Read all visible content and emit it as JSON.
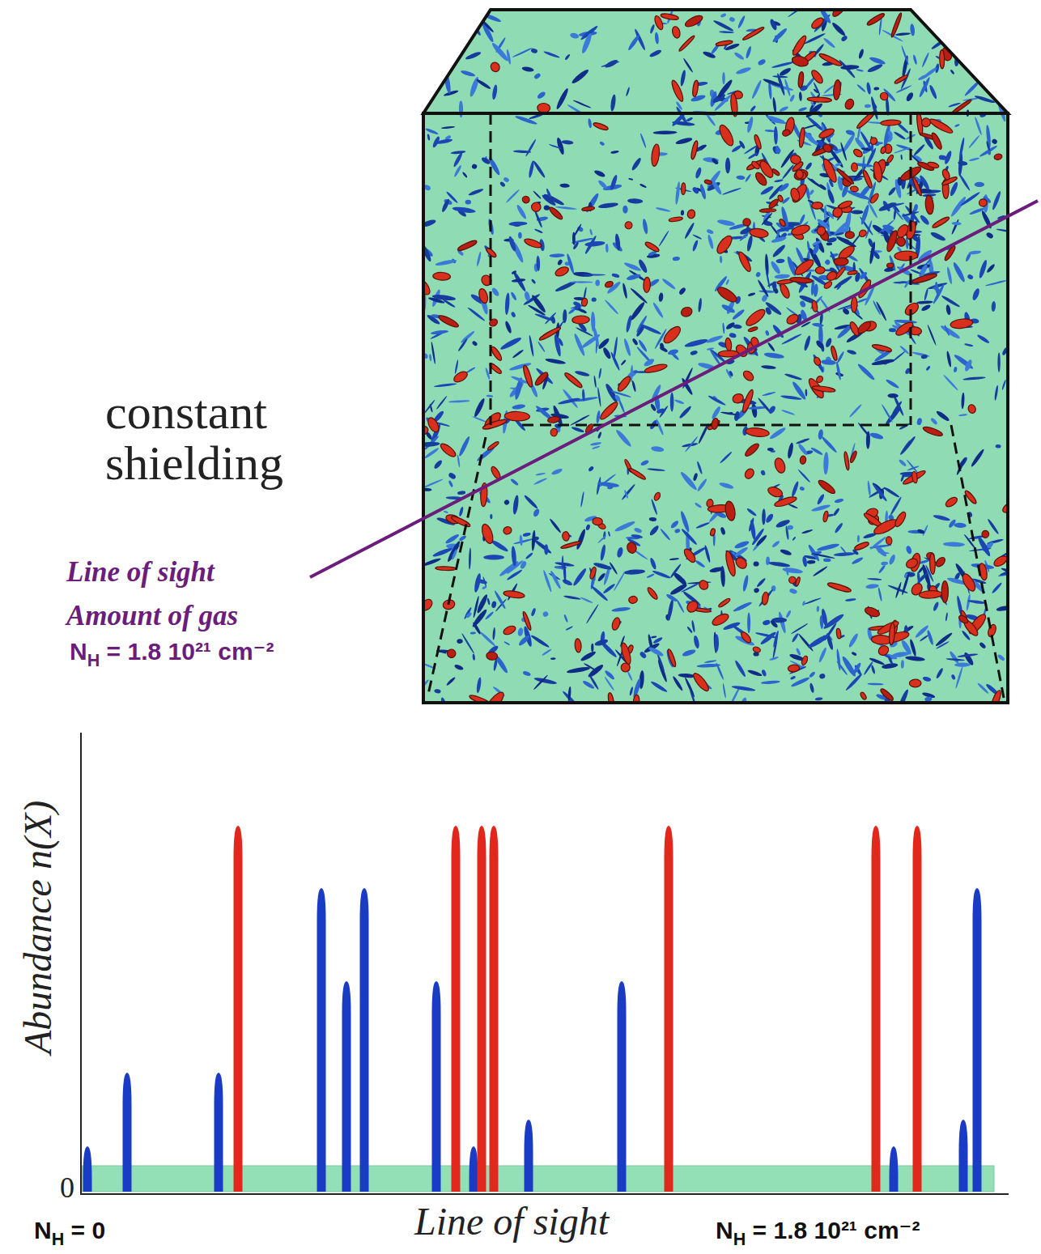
{
  "diagram": {
    "labels": [
      "constant shielding",
      "Line of sight",
      "Amount of gas",
      "NH = 1.8 10²¹ cm⁻²",
      "Abundance n(X)",
      "0",
      "Line of sight",
      "NH = 0",
      "NH = 1.8 10²¹ cm⁻²"
    ]
  }
}
